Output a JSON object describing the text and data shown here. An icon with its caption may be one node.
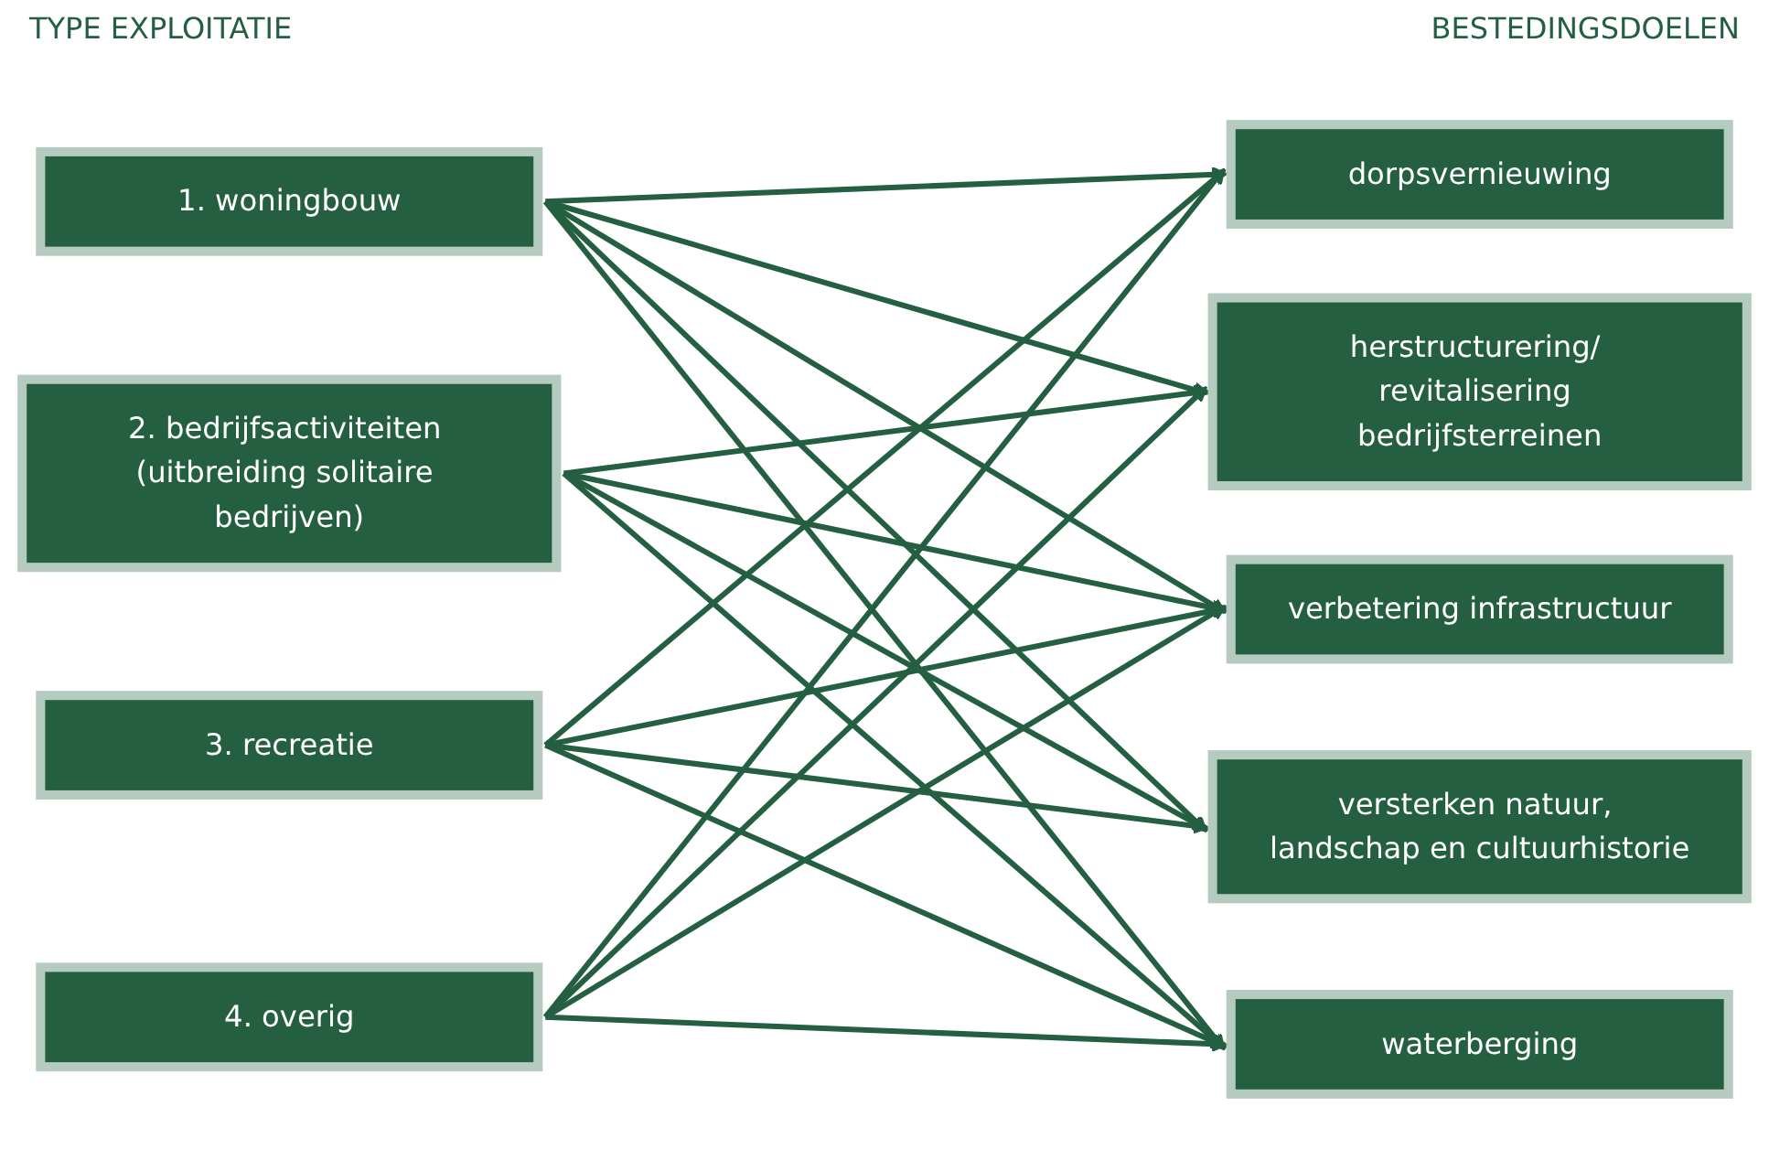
{
  "diagram": {
    "nodes": [
      {
        "text": [
          "1. woningbouw"
        ]
      },
      {
        "text": [
          "2. bedrijfsactiviteiten (uitbreiding solitaire bedrijven)"
        ]
      },
      {
        "text": [
          "3. recreatie"
        ]
      },
      {
        "text": [
          "4. overig"
        ]
      },
      {
        "text": [
          "dorpsvernieuwing"
        ]
      },
      {
        "text": [
          "herstructurering/ revitalisering bedrijfsterreinen"
        ]
      },
      {
        "text": [
          "verbetering infrastructuur"
        ]
      },
      {
        "text": [
          "versterken natuur, landschap en cultuurhistorie"
        ]
      },
      {
        "text": [
          "waterberging"
        ]
      }
    ],
    "edges": [
      {
        "from": 0,
        "to": 4,
        "arrow": "to"
      },
      {
        "from": 0,
        "to": 5,
        "arrow": "to"
      },
      {
        "from": 0,
        "to": 6,
        "arrow": "to"
      },
      {
        "from": 0,
        "to": 7,
        "arrow": "to"
      },
      {
        "from": 0,
        "to": 8,
        "arrow": "to"
      },
      {
        "from": 1,
        "to": 5,
        "arrow": "to"
      },
      {
        "from": 1,
        "to": 6,
        "arrow": "to"
      },
      {
        "from": 1,
        "to": 7,
        "arrow": "to"
      },
      {
        "from": 1,
        "to": 8,
        "arrow": "to"
      },
      {
        "from": 2,
        "to": 4,
        "arrow": "to"
      },
      {
        "from": 2,
        "to": 6,
        "arrow": "to"
      },
      {
        "from": 2,
        "to": 7,
        "arrow": "to"
      },
      {
        "from": 2,
        "to": 8,
        "arrow": "to"
      },
      {
        "from": 3,
        "to": 4,
        "arrow": "to"
      },
      {
        "from": 3,
        "to": 5,
        "arrow": "to"
      },
      {
        "from": 3,
        "to": 6,
        "arrow": "to"
      },
      {
        "from": 3,
        "to": 8,
        "arrow": "to"
      }
    ],
    "labels": [
      "TYPE EXPLOITATIE",
      "BESTEDINGSDOELEN"
    ]
  }
}
